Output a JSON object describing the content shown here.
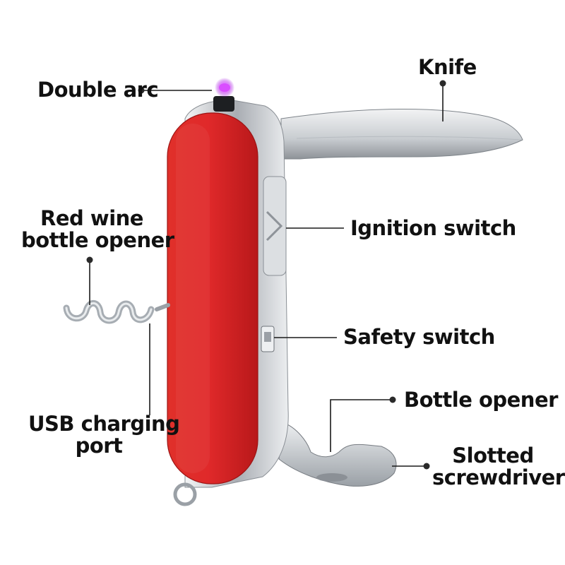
{
  "image_description_labels": {
    "double_arc": "Double arc",
    "knife": "Knife",
    "red_wine_line1": "Red wine",
    "red_wine_line2": "bottle opener",
    "ignition_switch": "Ignition switch",
    "safety_switch": "Safety switch",
    "bottle_opener": "Bottle opener",
    "slotted_line1": "Slotted",
    "slotted_line2": "screwdriver",
    "usb_line1": "USB charging",
    "usb_line2": "port"
  },
  "colors": {
    "body_red": "#d6201f",
    "steel": "#c9cdd2",
    "arc_purple": "#c238ff"
  }
}
